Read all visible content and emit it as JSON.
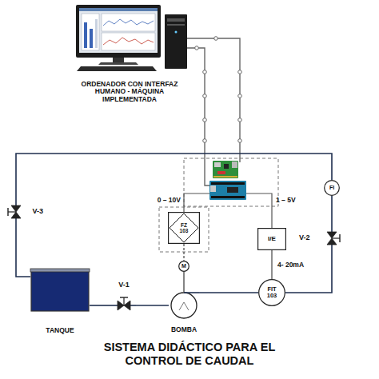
{
  "diagram": {
    "caption": "SISTEMA DIDÁCTICO PARA EL CONTROL DE CAUDAL",
    "nodes": [
      {
        "text": [
          "ORDENADOR CON INTERFAZ HUMANO - MÁQUINA IMPLEMENTADA"
        ]
      },
      {
        "text": [
          "FI"
        ]
      },
      {
        "text": [
          "FZ",
          "103"
        ]
      },
      {
        "text": [
          "I/E"
        ]
      },
      {
        "text": [
          "V-3"
        ]
      },
      {
        "text": [
          "V-2"
        ]
      },
      {
        "text": [
          "M"
        ]
      },
      {
        "text": [
          "FIT",
          "103"
        ]
      },
      {
        "text": [
          "TANQUE"
        ]
      },
      {
        "text": [
          "V-1"
        ]
      },
      {
        "text": [
          "BOMBA"
        ]
      }
    ],
    "edges": [
      {
        "from": 8,
        "to": 9,
        "arrow": "none"
      },
      {
        "from": 9,
        "to": 10,
        "arrow": "none"
      },
      {
        "from": 10,
        "to": 7,
        "arrow": "none"
      },
      {
        "from": 7,
        "to": 5,
        "arrow": "none"
      },
      {
        "from": 5,
        "to": 1,
        "arrow": "none"
      },
      {
        "from": 1,
        "to": 4,
        "arrow": "none"
      },
      {
        "from": 4,
        "to": 8,
        "arrow": "none"
      },
      {
        "from": 2,
        "to": 6,
        "arrow": "none"
      },
      {
        "from": 6,
        "to": 10,
        "arrow": "none"
      },
      {
        "from": 3,
        "to": 7,
        "label": "4- 20mA",
        "arrow": "none"
      }
    ],
    "labels": [
      "0 – 10V",
      "1 – 5V"
    ]
  }
}
